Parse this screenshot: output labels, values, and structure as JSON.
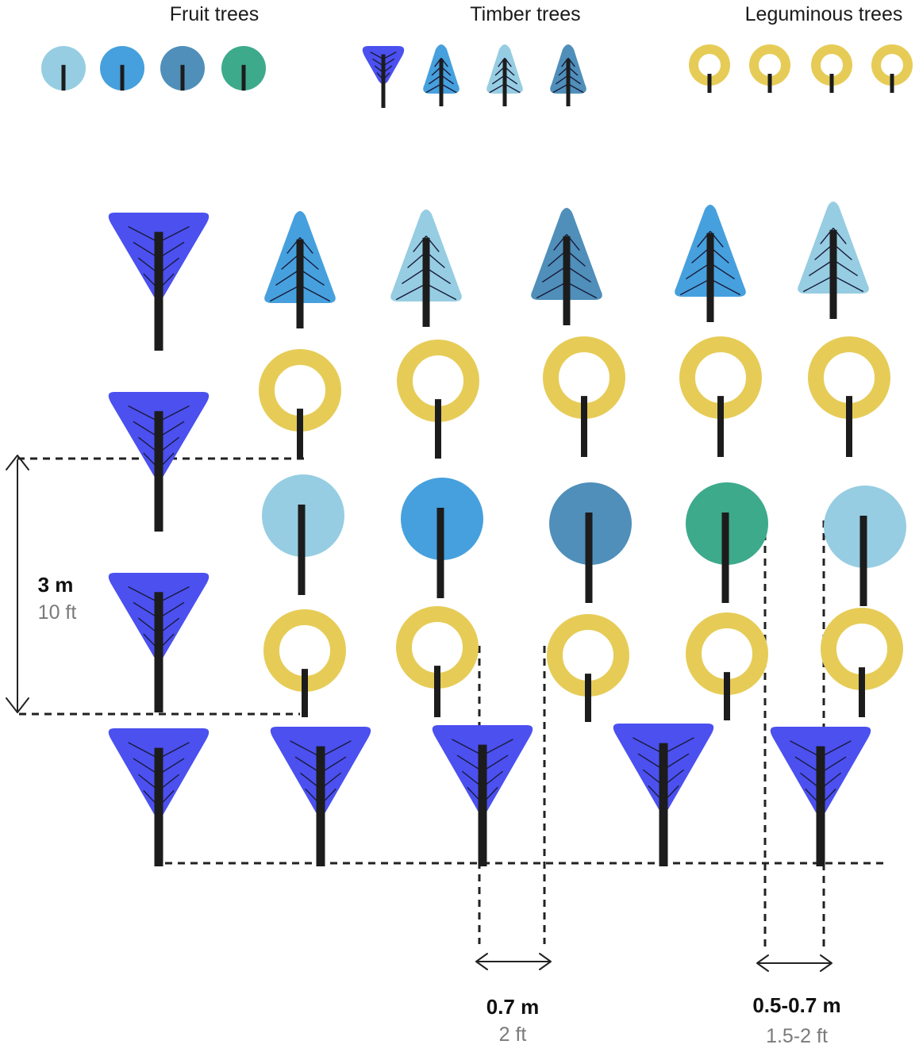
{
  "legend": {
    "fruit": {
      "title": "Fruit trees",
      "colors": [
        "#96cde2",
        "#46a0dd",
        "#4f8fba",
        "#3daa8c"
      ]
    },
    "timber": {
      "title": "Timber trees",
      "colors": [
        "#4b50ef",
        "#46a0dd",
        "#96cde2",
        "#4f8fba"
      ]
    },
    "leguminous": {
      "title": "Leguminous trees",
      "colors": [
        "#e6cc57",
        "#e6cc57",
        "#e6cc57",
        "#e6cc57"
      ]
    }
  },
  "rows": {
    "row1_timber_colors": [
      "#46a0dd",
      "#96cde2",
      "#4f8fba",
      "#46a0dd",
      "#96cde2"
    ],
    "row3_fruit_colors": [
      "#96cde2",
      "#46a0dd",
      "#4f8fba",
      "#3daa8c",
      "#96cde2"
    ],
    "leguminous_color": "#e6cc57",
    "column_timber_color": "#4b50ef"
  },
  "dimensions": {
    "row_spacing": {
      "metric": "3 m",
      "imperial": "10 ft"
    },
    "tree_spacing": {
      "metric": "0.7 m",
      "imperial": "2 ft"
    },
    "tree_spacing_alt": {
      "metric": "0.5-0.7 m",
      "imperial": "1.5-2 ft"
    }
  },
  "colors": {
    "trunk": "#1c1c1c",
    "dash": "#222222"
  }
}
